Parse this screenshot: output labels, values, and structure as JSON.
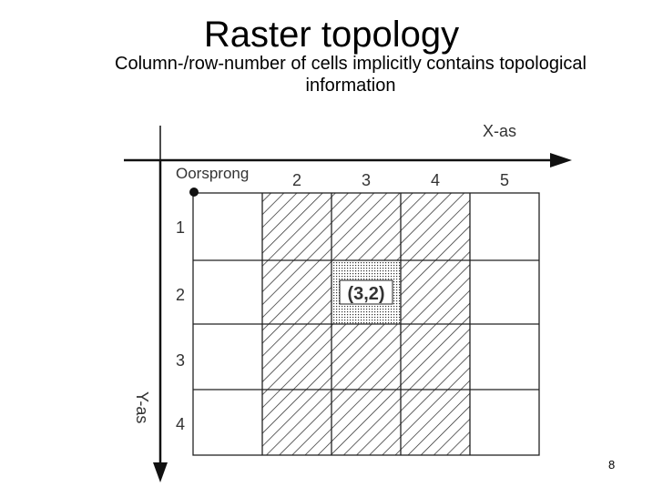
{
  "slide": {
    "title": "Raster topology",
    "subtitle_line1": "Column-/row-number of cells implicitly contains topological",
    "subtitle_line2": "information",
    "page_number": "8"
  },
  "diagram": {
    "x_axis_label": "X-as",
    "y_axis_label": "Y-as",
    "origin_label": "Oorsprong",
    "column_labels": [
      "2",
      "3",
      "4",
      "5"
    ],
    "row_labels": [
      "1",
      "2",
      "3",
      "4"
    ],
    "highlight_cell_label": "(3,2)"
  }
}
